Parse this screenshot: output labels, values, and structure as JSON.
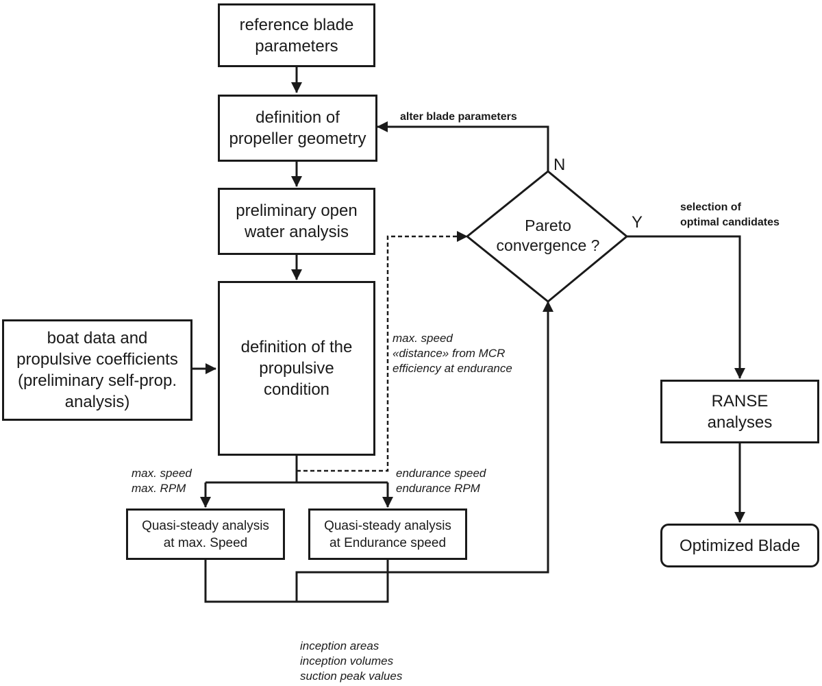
{
  "boxes": {
    "reference": "reference blade\nparameters",
    "geometry": "definition of\npropeller geometry",
    "open_water": "preliminary open\nwater analysis",
    "propulsive": "definition of the\npropulsive\ncondition",
    "boat_data": "boat data and\npropulsive coefficients\n(preliminary self-prop.\nanalysis)",
    "quasi_max": "Quasi-steady analysis\nat max. Speed",
    "quasi_endurance": "Quasi-steady analysis\nat Endurance speed",
    "ranse": "RANSE\nanalyses",
    "optimized": "Optimized Blade"
  },
  "decision": {
    "text": "Pareto\nconvergence ?",
    "no": "N",
    "yes": "Y"
  },
  "labels": {
    "alter": "alter blade parameters",
    "selection": "selection of\noptimal candidates",
    "objectives": "max. speed\n«distance» from MCR\nefficiency at endurance",
    "max_cond": "max. speed\nmax. RPM",
    "endurance_cond": "endurance speed\nendurance RPM",
    "outputs": "inception areas\ninception volumes\nsuction peak values"
  }
}
